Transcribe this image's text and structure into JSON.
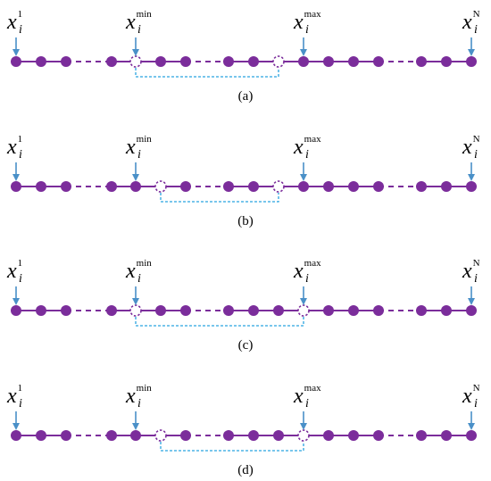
{
  "colors": {
    "node": "#7B2D9B",
    "line": "#7B2D9B",
    "arrow": "#4A90C8",
    "link": "#29A3E0",
    "text": "#000000"
  },
  "symbols": {
    "variable": "x",
    "subscript": "i",
    "superscripts": [
      "1",
      "min",
      "max",
      "N"
    ]
  },
  "rows": [
    {
      "caption": "(a)",
      "arrows": {
        "first": 0,
        "min": 5,
        "max": 11,
        "last": 18
      },
      "dashed_nodes": [
        5,
        10
      ]
    },
    {
      "caption": "(b)",
      "arrows": {
        "first": 0,
        "min": 5,
        "max": 11,
        "last": 18
      },
      "dashed_nodes": [
        6,
        10
      ]
    },
    {
      "caption": "(c)",
      "arrows": {
        "first": 0,
        "min": 5,
        "max": 11,
        "last": 18
      },
      "dashed_nodes": [
        5,
        11
      ]
    },
    {
      "caption": "(d)",
      "arrows": {
        "first": 0,
        "min": 5,
        "max": 11,
        "last": 18
      },
      "dashed_nodes": [
        6,
        11
      ]
    }
  ]
}
